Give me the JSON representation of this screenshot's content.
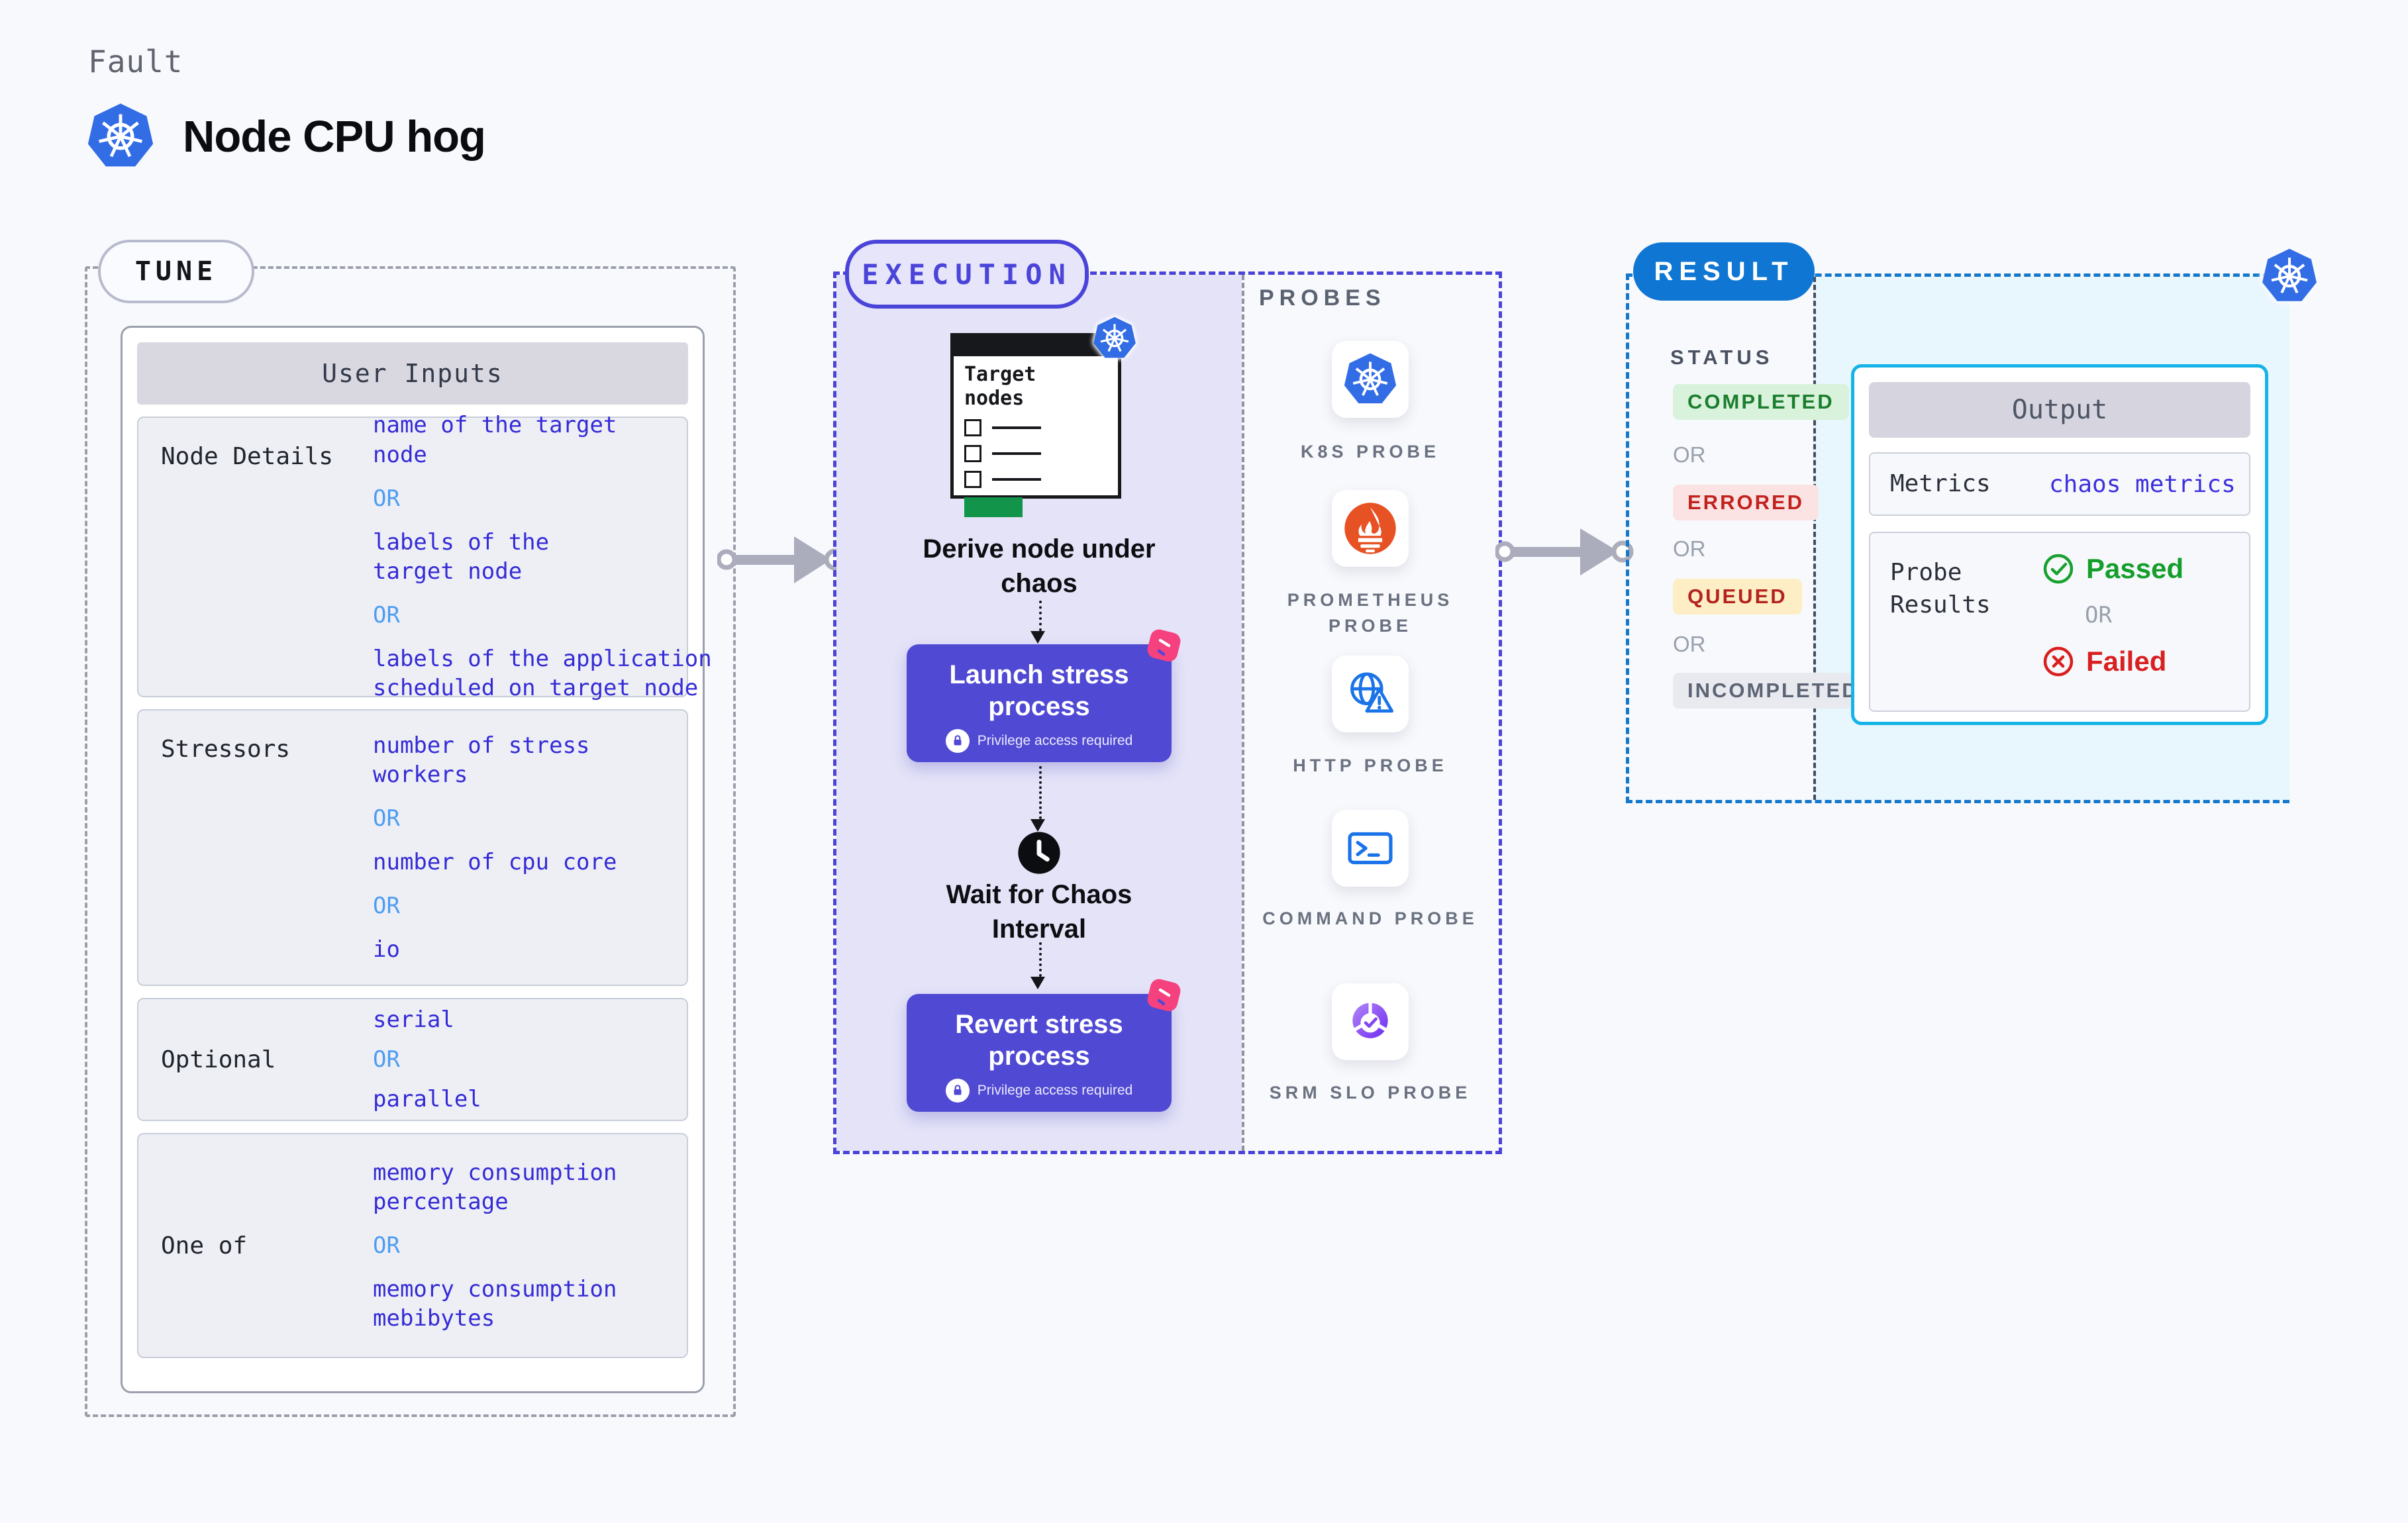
{
  "page": {
    "kicker": "Fault",
    "title": "Node CPU hog"
  },
  "tune": {
    "badge": "TUNE",
    "header": "User Inputs",
    "rows": [
      {
        "label": "Node Details",
        "values": [
          {
            "t": "name of the target node",
            "type": "value"
          },
          {
            "t": "OR",
            "type": "or"
          },
          {
            "t": "labels of the target node",
            "type": "value"
          },
          {
            "t": "OR",
            "type": "or"
          },
          {
            "t": "labels of the application scheduled on target node",
            "type": "value"
          }
        ]
      },
      {
        "label": "Stressors",
        "values": [
          {
            "t": "number of stress workers",
            "type": "value"
          },
          {
            "t": "OR",
            "type": "or"
          },
          {
            "t": "number of cpu core",
            "type": "value"
          },
          {
            "t": "OR",
            "type": "or"
          },
          {
            "t": "io",
            "type": "value"
          }
        ]
      },
      {
        "label": "Optional",
        "values": [
          {
            "t": "serial",
            "type": "value"
          },
          {
            "t": "OR",
            "type": "or"
          },
          {
            "t": "parallel",
            "type": "value"
          }
        ]
      },
      {
        "label": "One of",
        "values": [
          {
            "t": "memory consumption percentage",
            "type": "value"
          },
          {
            "t": "OR",
            "type": "or"
          },
          {
            "t": "memory consumption mebibytes",
            "type": "value"
          }
        ]
      }
    ]
  },
  "execution": {
    "badge": "EXECUTION",
    "window_title": "Target nodes",
    "derive_caption": "Derive node under chaos",
    "launch_title": "Launch stress process",
    "privilege_note": "Privilege access required",
    "wait_caption": "Wait for Chaos Interval",
    "revert_title": "Revert stress process"
  },
  "probes": {
    "label": "PROBES",
    "items": [
      {
        "icon": "kubernetes-icon",
        "label": "K8S PROBE"
      },
      {
        "icon": "prometheus-icon",
        "label": "PROMETHEUS PROBE"
      },
      {
        "icon": "http-globe-icon",
        "label": "HTTP PROBE"
      },
      {
        "icon": "terminal-icon",
        "label": "COMMAND PROBE"
      },
      {
        "icon": "slo-donut-icon",
        "label": "SRM SLO PROBE"
      }
    ]
  },
  "result": {
    "badge": "RESULT",
    "status_label": "STATUS",
    "statuses": [
      {
        "t": "COMPLETED",
        "type": "completed"
      },
      {
        "t": "OR",
        "type": "or"
      },
      {
        "t": "ERRORED",
        "type": "errored"
      },
      {
        "t": "OR",
        "type": "or"
      },
      {
        "t": "QUEUED",
        "type": "queued"
      },
      {
        "t": "OR",
        "type": "or"
      },
      {
        "t": "INCOMPLETED",
        "type": "incompleted"
      }
    ],
    "output": {
      "header": "Output",
      "metrics_label": "Metrics",
      "metrics_value": "chaos metrics",
      "probe_results_label": "Probe Results",
      "passed": "Passed",
      "or": "OR",
      "failed": "Failed"
    }
  },
  "colors": {
    "indigo": "#4a44d9",
    "button_indigo": "#4f49d4",
    "value_blue": "#352bd6",
    "or_blue": "#4f9df2",
    "k8s_blue": "#326de6",
    "prometheus_orange": "#e75225",
    "probe_icon_blue": "#1a73e8",
    "srm_purple": "#7a3bf0",
    "pink": "#f5417d",
    "result_blue": "#0f76d3",
    "result_border_blue": "#1478cc",
    "output_border_cyan": "#15b3e6",
    "output_bg_cyan": "#e8f6fd",
    "green": "#18a12f",
    "red": "#da1f1f",
    "completed_bg": "#d9f2db",
    "errored_bg": "#fbe3e4",
    "queued_bg": "#fdeec6",
    "incompleted_bg": "#e8eaf0",
    "arrow_gray": "#abacbc",
    "window_green": "#12944b",
    "exec_bg": "#e4e3f8"
  }
}
